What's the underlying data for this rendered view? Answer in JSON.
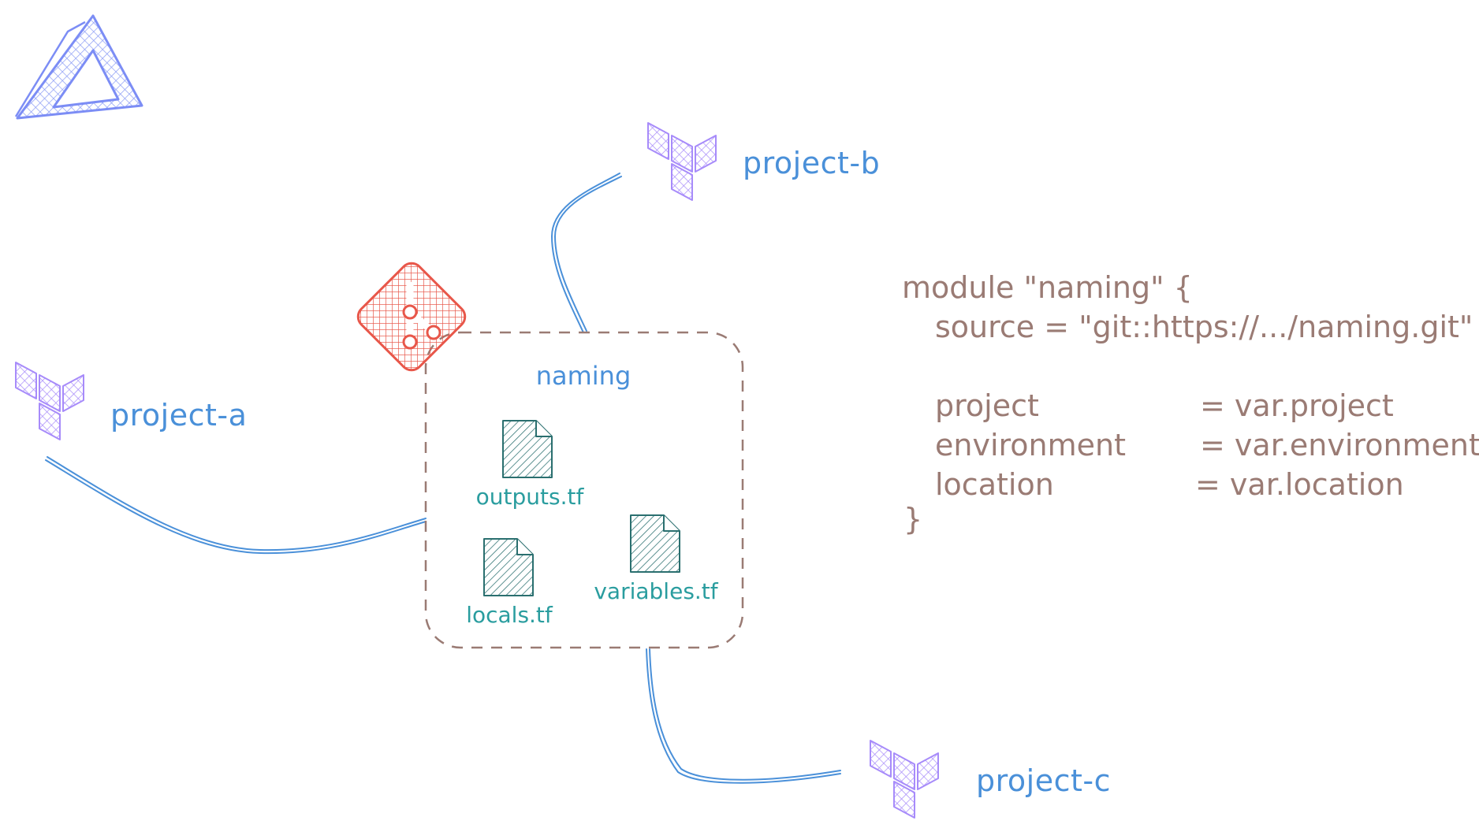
{
  "diagram": {
    "projects": [
      {
        "id": "project-a",
        "label": "project-a"
      },
      {
        "id": "project-b",
        "label": "project-b"
      },
      {
        "id": "project-c",
        "label": "project-c"
      }
    ],
    "module": {
      "title": "naming",
      "files": [
        "outputs.tf",
        "locals.tf",
        "variables.tf"
      ]
    },
    "code": {
      "line1": "module \"naming\" {",
      "line2": "source = \"git::https://.../naming.git\"",
      "args": [
        {
          "name": "project",
          "value": "= var.project"
        },
        {
          "name": "environment",
          "value": "= var.environment"
        },
        {
          "name": "location",
          "value": "= var.location"
        }
      ],
      "close": "}"
    },
    "colors": {
      "terraform": "#a78bfa",
      "git": "#e8574a",
      "logo": "#7c8df5",
      "link": "#4a90d9",
      "file": "#2a7f80",
      "code": "#9a7b74"
    },
    "icons": [
      "triangle-logo-icon",
      "terraform-icon",
      "git-icon",
      "file-icon"
    ]
  }
}
